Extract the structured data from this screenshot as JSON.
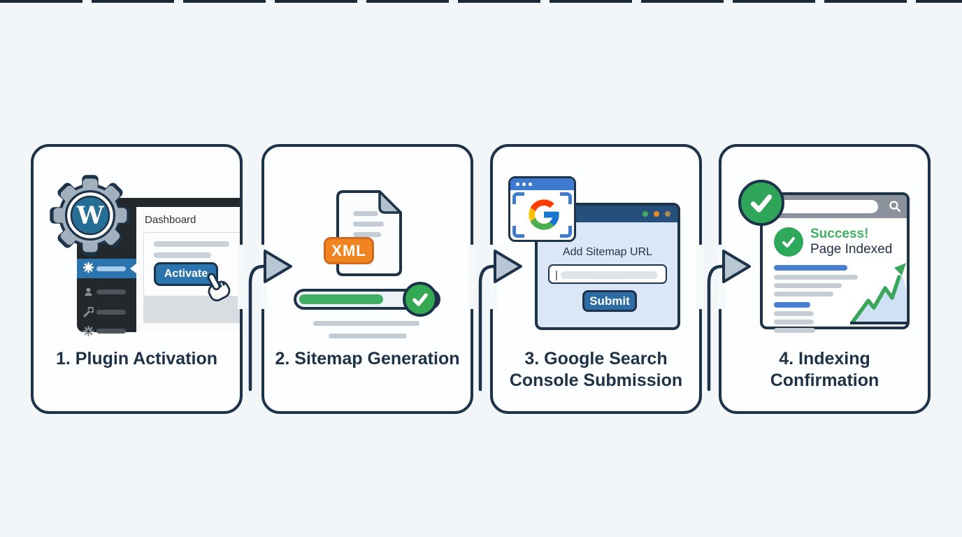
{
  "colors": {
    "background": "#f3f6f8",
    "card_border": "#1d3349",
    "accent_blue": "#2b74ad",
    "accent_green": "#34a853",
    "accent_orange": "#f08421",
    "arrow_fill": "#b9c6d3",
    "wordpress_blue": "#266e96",
    "google_blue": "#3d7ad0"
  },
  "steps": [
    {
      "title": "1. Plugin Activation",
      "mock": {
        "heading": "Dashboard",
        "button": "Activate",
        "logo_letter": "W"
      }
    },
    {
      "title": "2. Sitemap Generation",
      "mock": {
        "file_type": "XML"
      }
    },
    {
      "title": "3. Google Search Console Submission",
      "mock": {
        "field_label": "Add Sitemap URL",
        "input_caret": "|",
        "button": "Submit"
      }
    },
    {
      "title": "4. Indexing Confirmation",
      "mock": {
        "status_title": "Success!",
        "status_subtitle": "Page Indexed"
      }
    }
  ]
}
